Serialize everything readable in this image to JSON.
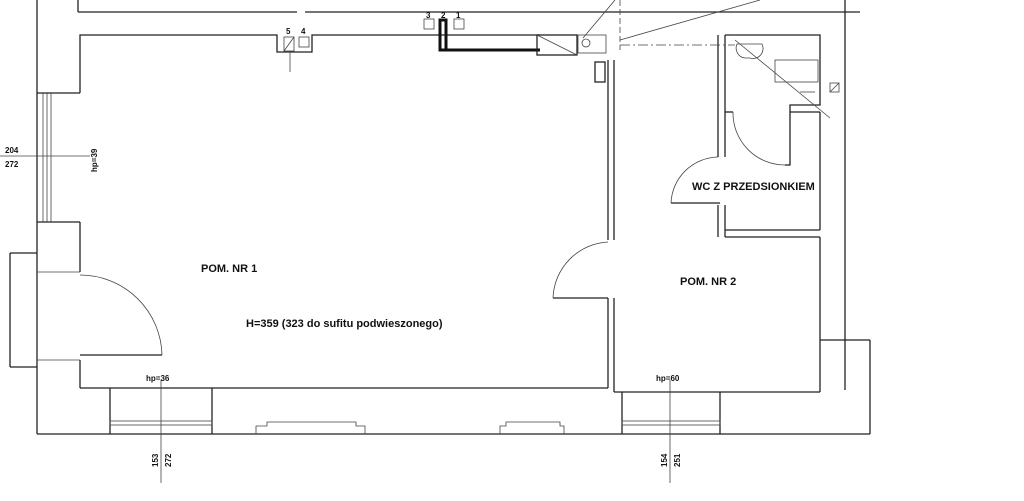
{
  "rooms": {
    "room1": {
      "name": "POM. NR 1",
      "height_note": "H=359 (323 do sufitu podwieszonego)"
    },
    "room2": {
      "name": "POM. NR 2"
    },
    "wc": {
      "name": "WC Z PRZEDSIONKIEM"
    }
  },
  "dimensions": {
    "left_window": {
      "top": "204",
      "bottom": "272",
      "hp": "hp=39"
    },
    "bottom_left_window": {
      "a": "153",
      "b": "272",
      "hp": "hp=36"
    },
    "bottom_right_window": {
      "a": "154",
      "b": "251",
      "hp": "hp=60"
    }
  },
  "ducts": [
    "1",
    "2",
    "3",
    "4",
    "5"
  ]
}
